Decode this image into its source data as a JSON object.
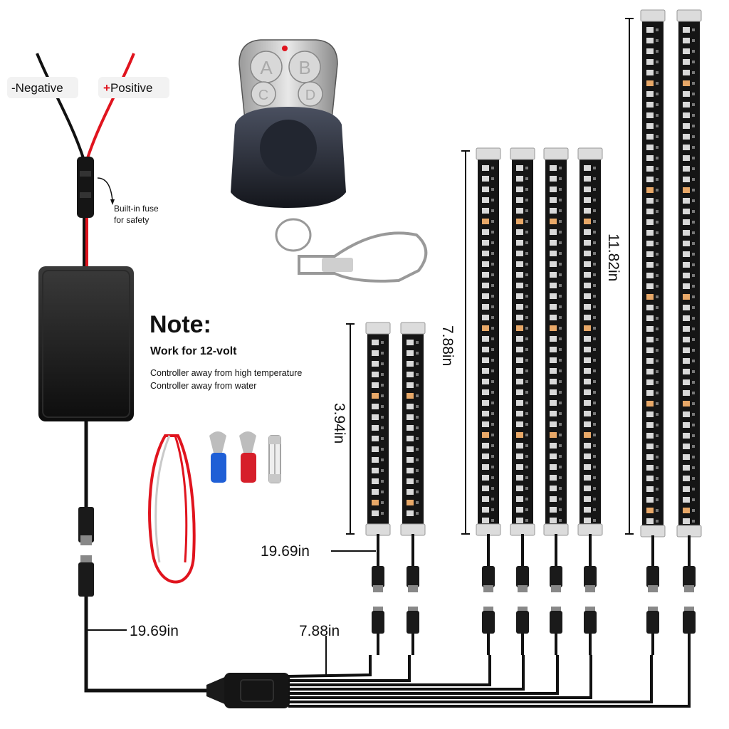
{
  "wires": {
    "negative_label": "-Negative",
    "positive_sign": "+",
    "positive_label": "Positive",
    "fuse_line1": "Built-in fuse",
    "fuse_line2": "for safety"
  },
  "note": {
    "title": "Note:",
    "subtitle": "Work for 12-volt",
    "line1": "Controller away from high temperature",
    "line2": "Controller away from water"
  },
  "remote": {
    "buttons": [
      "A",
      "B",
      "C",
      "D"
    ]
  },
  "dimensions": {
    "controller_cable": "19.69in",
    "splitter_cable": "7.88in",
    "strip_cable": "19.69in",
    "short_strip": "3.94in",
    "medium_strip": "7.88in",
    "long_strip": "11.82in"
  },
  "colors": {
    "wire_red": "#e0141e",
    "strip_black": "#151515",
    "led_white": "#d9d9d9",
    "led_amber": "#e8a868"
  }
}
